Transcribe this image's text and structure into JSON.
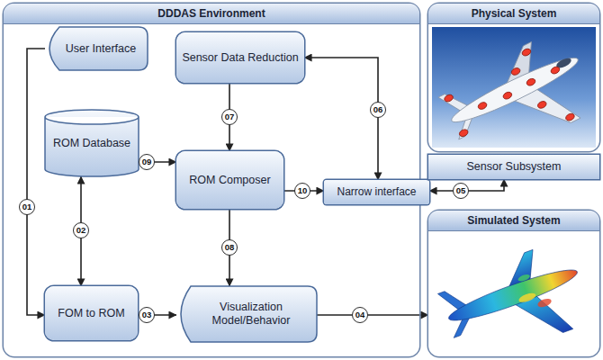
{
  "diagram": {
    "nodes": [
      {
        "text": [
          "DDDAS Environment"
        ]
      },
      {
        "text": [
          "User Interface"
        ],
        "in": 0
      },
      {
        "text": [
          "Sensor Data Reduction"
        ],
        "in": 0
      },
      {
        "text": [
          "ROM Database"
        ],
        "in": 0
      },
      {
        "text": [
          "ROM Composer"
        ],
        "in": 0
      },
      {
        "text": [
          "Narrow interface"
        ],
        "in": 0
      },
      {
        "text": [
          "FOM to ROM"
        ],
        "in": 0
      },
      {
        "text": [
          "Visualization Model/Behavior"
        ],
        "in": 0
      },
      {
        "text": [
          "Physical System"
        ]
      },
      {
        "text": [
          "Sensor Subsystem"
        ]
      },
      {
        "text": [
          "Simulated System"
        ]
      }
    ],
    "edges": [
      {
        "from": 1,
        "to": 6,
        "arrow": "to",
        "label": "01"
      },
      {
        "from": 3,
        "to": 6,
        "arrow": "both",
        "label": "02"
      },
      {
        "from": 6,
        "to": 7,
        "arrow": "to",
        "label": "03"
      },
      {
        "from": 7,
        "to": 10,
        "arrow": "to",
        "label": "04"
      },
      {
        "from": 9,
        "to": 5,
        "arrow": "both",
        "label": "05"
      },
      {
        "from": 5,
        "to": 2,
        "arrow": "both",
        "label": "06"
      },
      {
        "from": 2,
        "to": 4,
        "arrow": "to",
        "label": "07"
      },
      {
        "from": 4,
        "to": 7,
        "arrow": "to",
        "label": "08"
      },
      {
        "from": 3,
        "to": 4,
        "arrow": "to",
        "label": "09"
      },
      {
        "from": 4,
        "to": 5,
        "arrow": "to",
        "label": "10"
      }
    ]
  }
}
